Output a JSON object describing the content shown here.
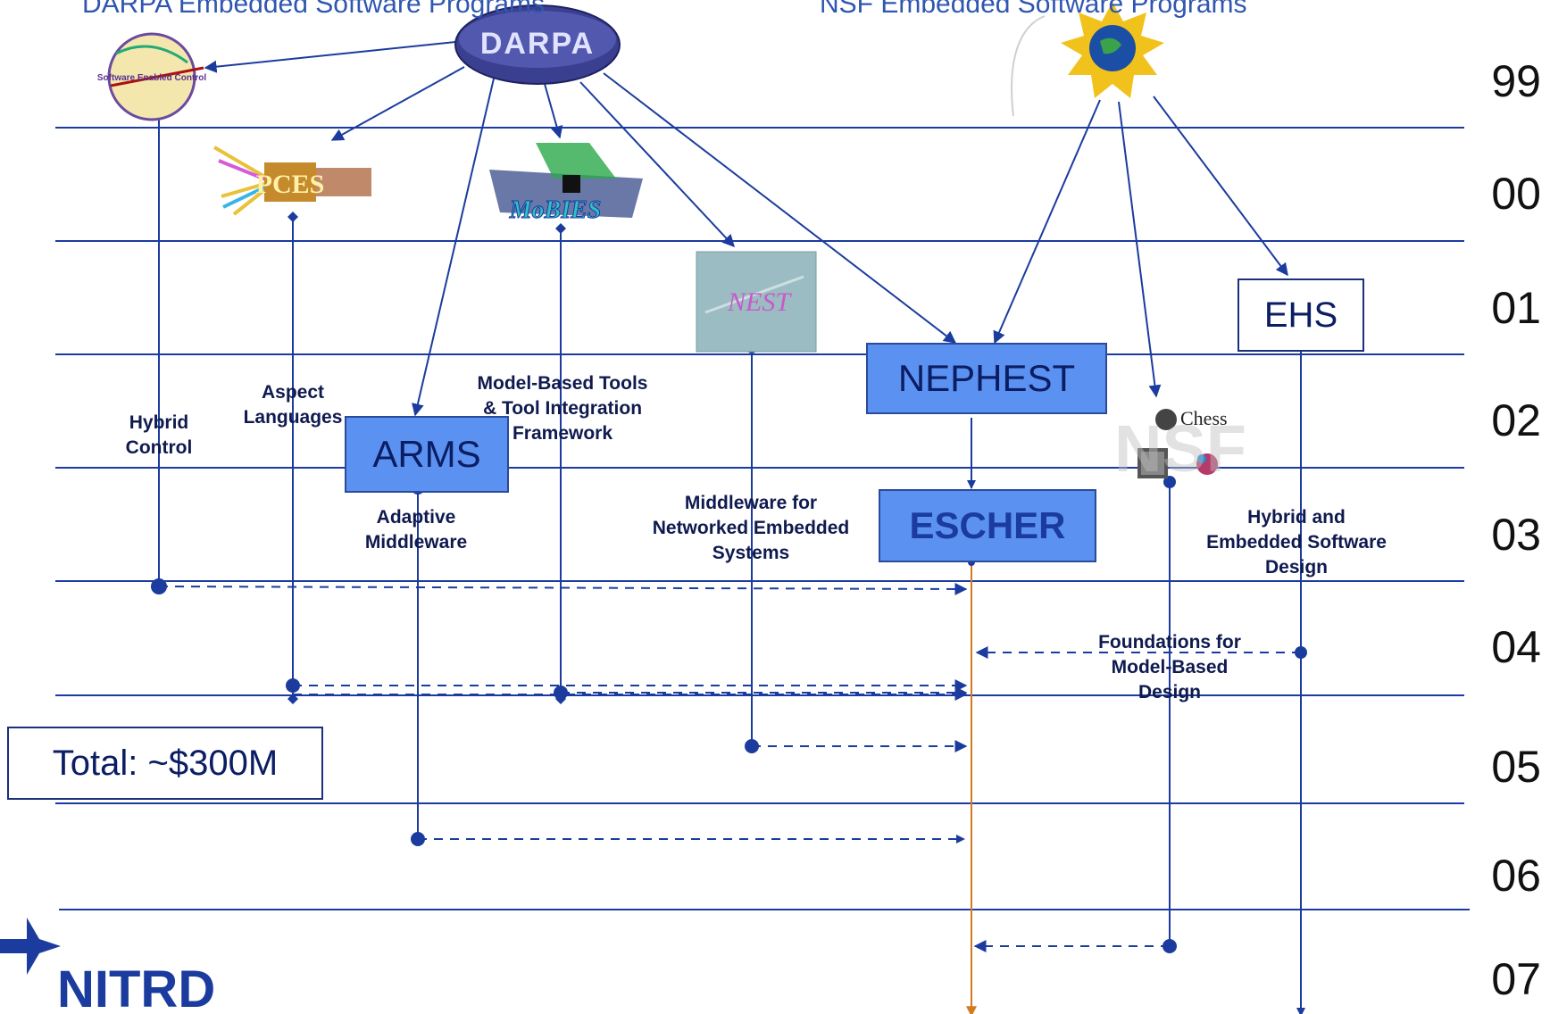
{
  "headers": {
    "darpa": "DARPA Embedded Software Programs",
    "nsf": "NSF Embedded Software Programs"
  },
  "years": [
    "99",
    "00",
    "01",
    "02",
    "03",
    "04",
    "05",
    "06",
    "07"
  ],
  "logos": {
    "darpa": "DARPA",
    "sec": "Software Enabled Control",
    "pces": "PCES",
    "mobies": "MoBIES",
    "nest": "NEST",
    "chess": "Chess",
    "nsf_watermark": "NSF",
    "nitrd": "NITRD"
  },
  "boxes": {
    "arms": "ARMS",
    "nephest": "NEPHEST",
    "escher": "ESCHER",
    "ehs": "EHS",
    "total": "Total: ~$300M"
  },
  "labels": {
    "hybrid_control": "Hybrid\nControl",
    "aspect_languages": "Aspect\nLanguages",
    "model_based_tools": "Model-Based  Tools\n& Tool Integration\nFramework",
    "adaptive_middleware": "Adaptive\nMiddleware",
    "middleware_networked": "Middleware for\nNetworked Embedded\nSystems",
    "hybrid_embedded": "Hybrid and\nEmbedded Software\nDesign",
    "foundations": "Foundations for\nModel-Based\nDesign"
  },
  "colors": {
    "line": "#1b3c9e",
    "timeline": "#d27a1e",
    "box_fill": "#5b92f2",
    "header": "#2f56b0"
  }
}
